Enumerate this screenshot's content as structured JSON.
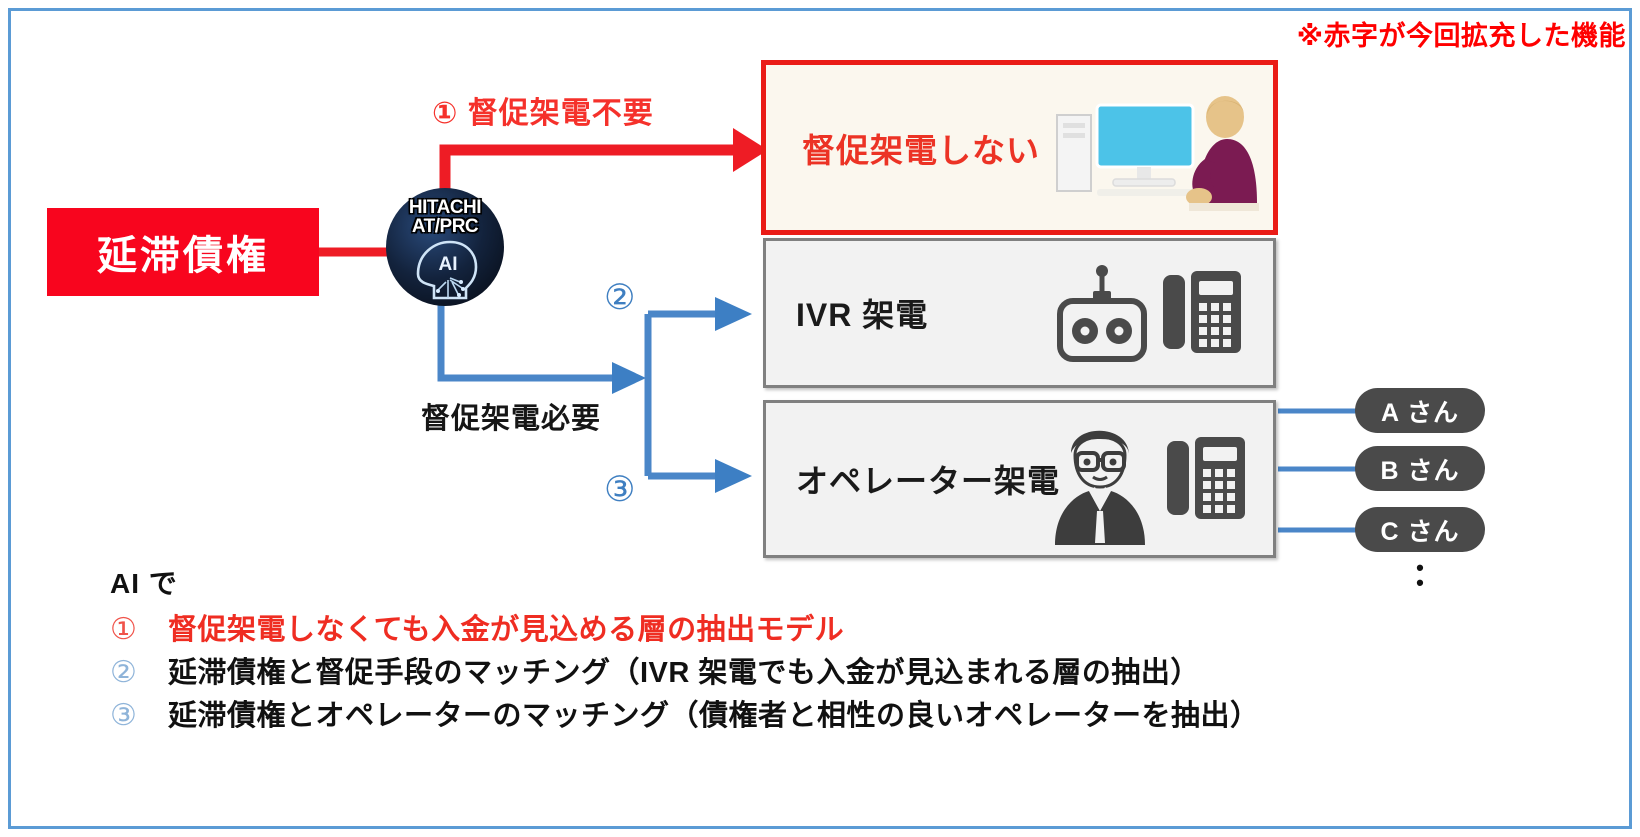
{
  "diagram": {
    "note": "※赤字が今回拡充した機能",
    "source": {
      "label": "延滞債権"
    },
    "engine": {
      "brand_line1": "HITACHI",
      "brand_line2": "AT/PRC",
      "core_label": "AI",
      "icon": "ai-head-icon"
    },
    "branches": [
      {
        "marker": "①",
        "edge_label": "督促架電不要",
        "target": "督促架電しない"
      },
      {
        "marker": "②",
        "edge_label": "督促架電必要",
        "target": "IVR 架電"
      },
      {
        "marker": "③",
        "edge_label": "督促架電必要",
        "target": "オペレーター架電"
      }
    ],
    "flow_label_1": "① 督促架電不要",
    "flow_label_mid": "督促架電必要",
    "circle_2": "②",
    "circle_3": "③",
    "cards": {
      "no_call": {
        "title": "督促架電しない",
        "icon": "pc-operator-icon"
      },
      "ivr": {
        "title": "IVR 架電",
        "icon1": "robot-icon",
        "icon2": "desk-phone-icon"
      },
      "operator": {
        "title": "オペレーター架電",
        "icon1": "operator-person-icon",
        "icon2": "desk-phone-icon"
      }
    },
    "operators": [
      "A さん",
      "B さん",
      "C さん"
    ],
    "operators_more": "⋮",
    "legend": {
      "heading": "AI で",
      "items": [
        {
          "num": "①",
          "text": "督促架電しなくても入金が見込める層の抽出モデル",
          "color": "#ef2d22"
        },
        {
          "num": "②",
          "text": "延滞債権と督促手段のマッチング（IVR 架電でも入金が見込まれる層の抽出）",
          "color": "#111111"
        },
        {
          "num": "③",
          "text": "延滞債権とオペレーターのマッチング（債権者と相性の良いオペレーターを抽出）",
          "color": "#111111"
        }
      ]
    },
    "colors": {
      "red": "#f8051e",
      "red_text": "#ef2d22",
      "blue_arrow": "#4a86c8",
      "frame_blue": "#5b9bd5",
      "card_gray": "#f2f2f2",
      "card_cream": "#fbf7ee",
      "pill_gray": "#4a4a4a"
    }
  }
}
